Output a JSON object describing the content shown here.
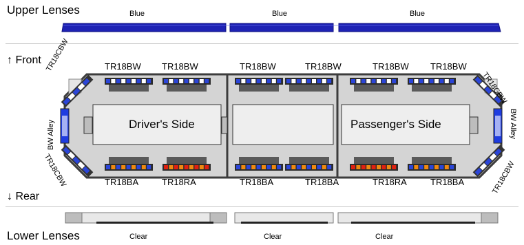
{
  "upper": {
    "title": "Upper Lenses",
    "segments": [
      "Blue",
      "Blue",
      "Blue"
    ]
  },
  "front_label": "Front",
  "rear_label": "Rear",
  "lower": {
    "title": "Lower Lenses",
    "segments": [
      "Clear",
      "Clear",
      "Clear"
    ]
  },
  "top_modules": [
    "TR18BW",
    "TR18BW",
    "TR18BW",
    "TR18BW",
    "TR18BW",
    "TR18BW"
  ],
  "bottom_modules": [
    "TR18BA",
    "TR18RA",
    "TR18BA",
    "TR18BA",
    "TR18RA",
    "TR18BA"
  ],
  "corners": {
    "front_left": "TR18CBW",
    "rear_left": "TR18CBW",
    "front_right": "TR18CBW",
    "rear_right": "TR18CBW"
  },
  "alleys": {
    "left": "BW Alley",
    "right": "BW Alley"
  },
  "sides": {
    "driver": "Driver's Side",
    "passenger": "Passenger's Side"
  },
  "colors": {
    "lens_blue": "#1e22b4",
    "light_blue": "#2b45d8",
    "light_white": "#ffffff",
    "light_amber": "#f08a10",
    "light_red": "#e02010",
    "housing": "#d4d4d4",
    "frame": "#4a4a4a"
  }
}
